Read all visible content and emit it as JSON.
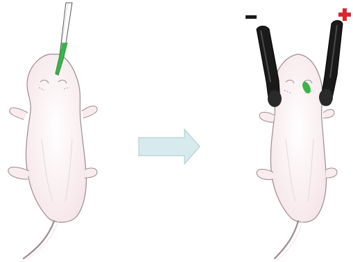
{
  "figure": {
    "background": "#ffffff",
    "panels": [
      {
        "id": "before",
        "step": "dye injection",
        "pup_color": "#f8ecee",
        "outline_color": "#9a8a8e",
        "pipette_fill": "#3ab54a"
      },
      {
        "id": "after",
        "step": "electroporation",
        "pup_color": "#f8ecee",
        "outline_color": "#9a8a8e",
        "electrode_color": "#1a1a1a",
        "dye_spot_color": "#3ab54a"
      }
    ],
    "arrow": {
      "direction": "right",
      "fill": "#d7ebee",
      "stroke": "#a9c9cd"
    },
    "electrodes": {
      "negative": {
        "symbol": "minus-sign",
        "color": "#1a1a1a"
      },
      "positive": {
        "symbol": "plus-sign",
        "color": "#d7282f"
      }
    }
  }
}
